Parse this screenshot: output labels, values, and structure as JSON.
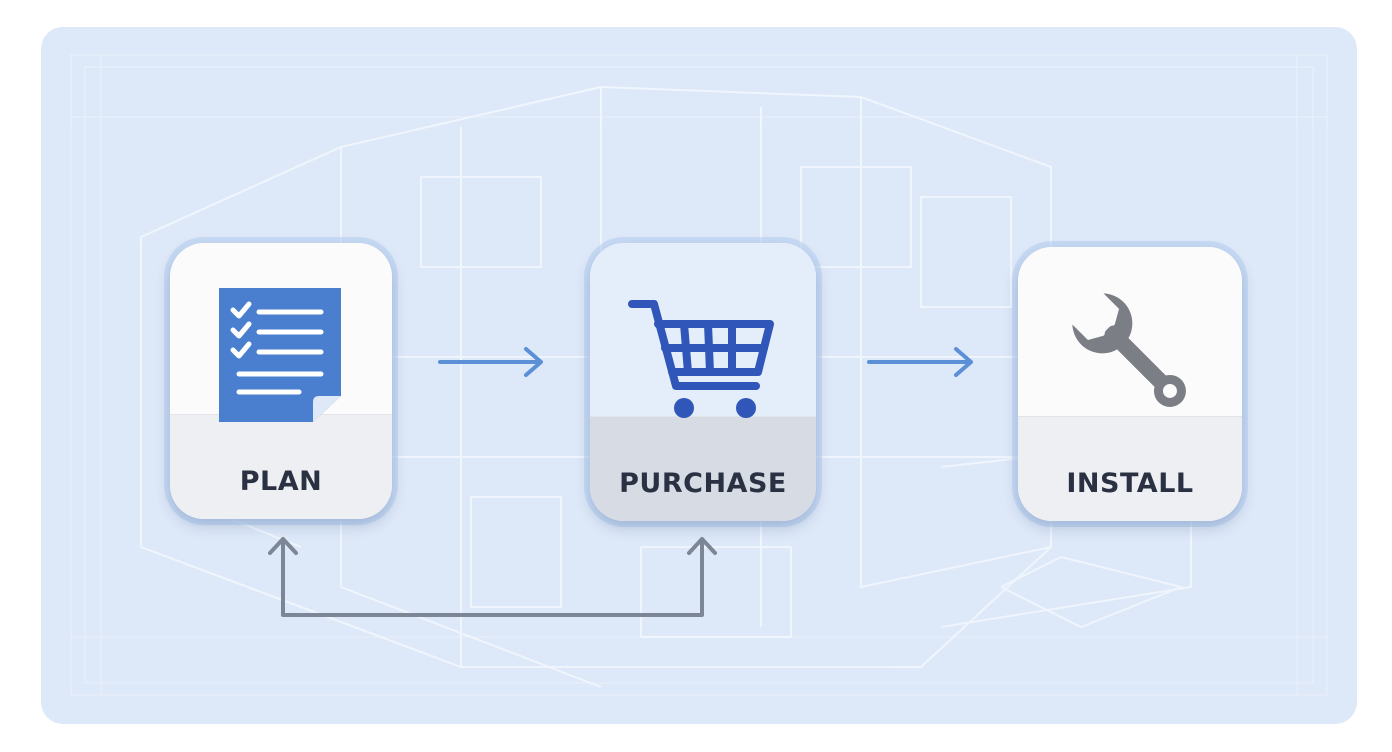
{
  "steps": [
    {
      "label": "PLAN",
      "icon": "checklist-document-icon"
    },
    {
      "label": "PURCHASE",
      "icon": "shopping-cart-icon"
    },
    {
      "label": "INSTALL",
      "icon": "wrench-icon"
    }
  ],
  "colors": {
    "panel_background": "#dde8f8",
    "flow_arrow": "#5b8fd6",
    "feedback_arrow": "#7c8696",
    "document_icon": "#4a7fd0",
    "cart_icon": "#2f56b8",
    "wrench_icon": "#7b7e85",
    "label_text": "#2a3142"
  }
}
